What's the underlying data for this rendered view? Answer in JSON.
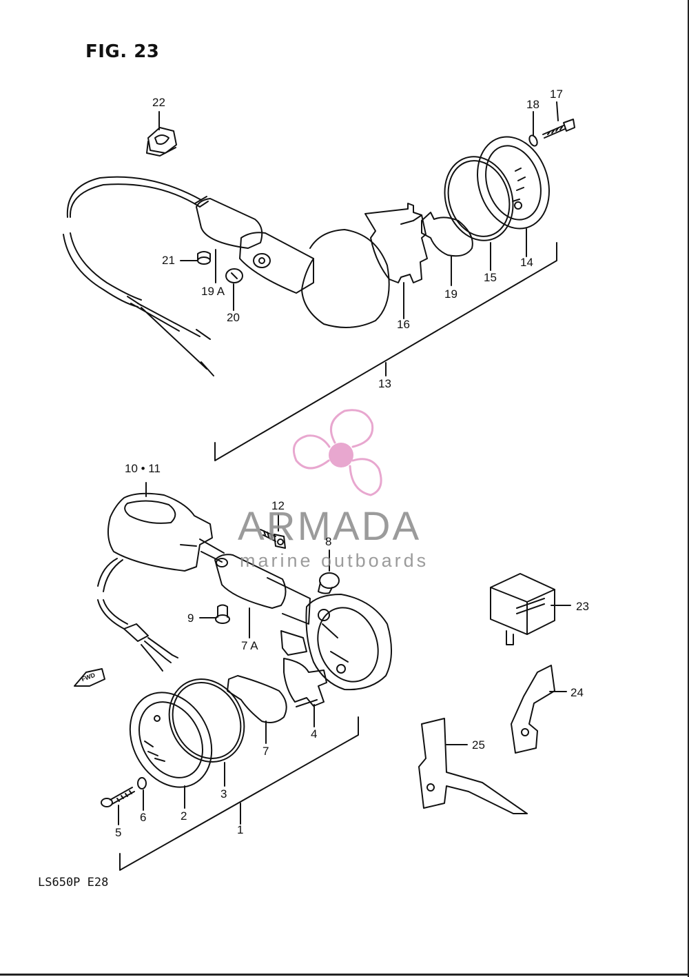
{
  "figure": {
    "title": "FIG. 23"
  },
  "model": {
    "code": "LS650P  E28"
  },
  "watermark": {
    "name": "ARMADA",
    "subtitle": "marine outboards",
    "accent_color": "#e8a7cf",
    "text_color": "#8a8a8a"
  },
  "fwd_marker": {
    "label": "FWD"
  },
  "part_labels": {
    "p1": "1",
    "p2": "2",
    "p3": "3",
    "p4": "4",
    "p5": "5",
    "p6": "6",
    "p7": "7",
    "p7a": "7  A",
    "p8": "8",
    "p9": "9",
    "p10_11": "10 • 11",
    "p12": "12",
    "p13": "13",
    "p14": "14",
    "p15": "15",
    "p16": "16",
    "p17": "17",
    "p18": "18",
    "p19": "19",
    "p19a": "19 A",
    "p20": "20",
    "p21": "21",
    "p22": "22",
    "p23": "23",
    "p24": "24",
    "p25": "25"
  }
}
